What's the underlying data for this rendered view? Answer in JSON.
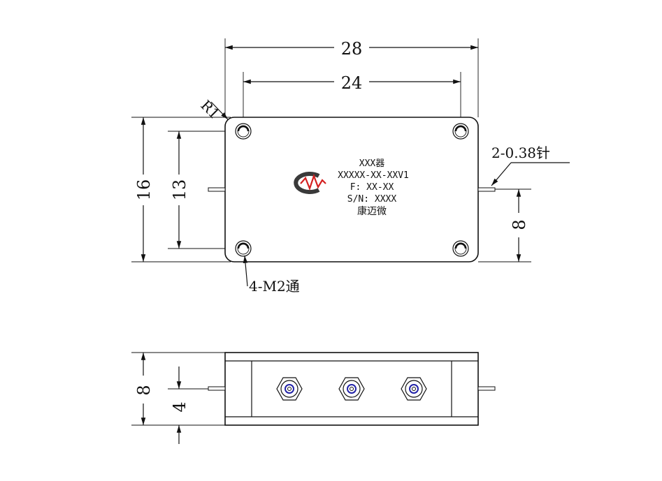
{
  "top_view": {
    "dim_overall_width": "28",
    "dim_hole_spacing_x": "24",
    "dim_corner_radius": "R1",
    "dim_overall_height": "16",
    "dim_hole_spacing_y": "13",
    "dim_pin_height": "8",
    "pin_callout": "2-0.38针",
    "hole_callout": "4-M2通",
    "nameplate": {
      "line1": "XXX器",
      "line2": "XXXXX-XX-XXV1",
      "line3": "F: XX-XX",
      "line4": "S/N: XXXX",
      "line5": "康迈微"
    }
  },
  "side_view": {
    "dim_height": "8",
    "dim_pin_height": "4"
  }
}
